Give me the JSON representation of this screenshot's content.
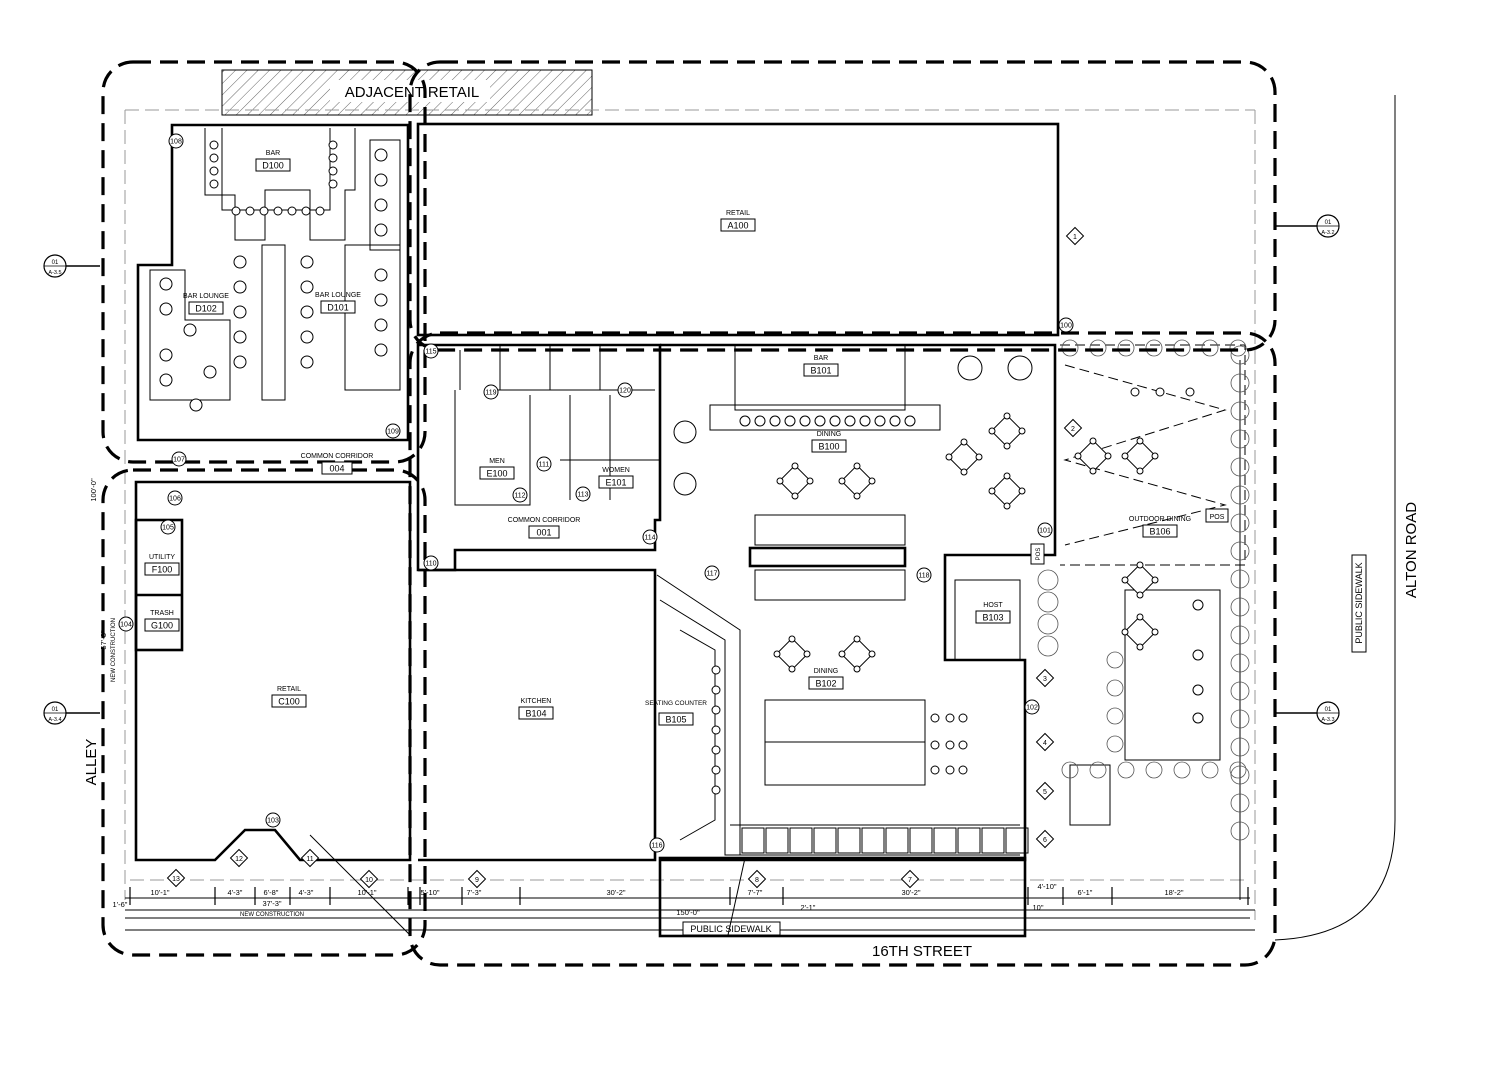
{
  "site": {
    "adjacent": "ADJACENT RETAIL",
    "street_south": "16TH STREET",
    "street_east": "ALTON ROAD",
    "alley": "ALLEY",
    "sidewalk_south": "PUBLIC SIDEWALK",
    "sidewalk_east": "PUBLIC SIDEWALK",
    "new_construction_1": "NEW CONSTRUCTION",
    "new_construction_2": "NEW CONSTRUCTION",
    "pos_1": "POS",
    "pos_2": "POS"
  },
  "rooms": [
    {
      "name": "BAR",
      "code": "D100"
    },
    {
      "name": "BAR LOUNGE",
      "code": "D102"
    },
    {
      "name": "BAR LOUNGE",
      "code": "D101"
    },
    {
      "name": "RETAIL",
      "code": "A100"
    },
    {
      "name": "BAR",
      "code": "B101"
    },
    {
      "name": "DINING",
      "code": "B100"
    },
    {
      "name": "MEN",
      "code": "E100"
    },
    {
      "name": "WOMEN",
      "code": "E101"
    },
    {
      "name": "COMMON CORRIDOR",
      "code": "001"
    },
    {
      "name": "COMMON CORRIDOR",
      "code": "004"
    },
    {
      "name": "UTILITY",
      "code": "F100"
    },
    {
      "name": "TRASH",
      "code": "G100"
    },
    {
      "name": "RETAIL",
      "code": "C100"
    },
    {
      "name": "KITCHEN",
      "code": "B104"
    },
    {
      "name": "SEATING COUNTER",
      "code": "B105"
    },
    {
      "name": "DINING",
      "code": "B102"
    },
    {
      "name": "HOST",
      "code": "B103"
    },
    {
      "name": "OUTDOOR DINING",
      "code": "B106"
    }
  ],
  "door_tags": [
    "108",
    "115",
    "119",
    "120",
    "109",
    "107",
    "106",
    "105",
    "104",
    "111",
    "112",
    "113",
    "114",
    "110",
    "116",
    "117",
    "118",
    "101",
    "100",
    "102",
    "103"
  ],
  "keynotes": [
    "1",
    "2",
    "3",
    "4",
    "5",
    "6",
    "7",
    "8",
    "9",
    "10",
    "11",
    "12",
    "13"
  ],
  "section_markers": [
    {
      "num": "01",
      "sheet": "A-3.5"
    },
    {
      "num": "01",
      "sheet": "A-3.4"
    },
    {
      "num": "01",
      "sheet": "A-3.2"
    },
    {
      "num": "01",
      "sheet": "A-3.3"
    }
  ],
  "dimensions": [
    "10'-1\"",
    "4'-3\"",
    "6'-8\"",
    "4'-3\"",
    "10'-1\"",
    "5'-10\"",
    "7'-3\"",
    "30'-2\"",
    "7'-7\"",
    "30'-2\"",
    "4'-10\"",
    "6'-1\"",
    "18'-2\"",
    "37'-3\"",
    "1'-6\"",
    "150'-0\"",
    "2'-1\"",
    "10\"",
    "100'-0\"",
    "57'-3\""
  ]
}
